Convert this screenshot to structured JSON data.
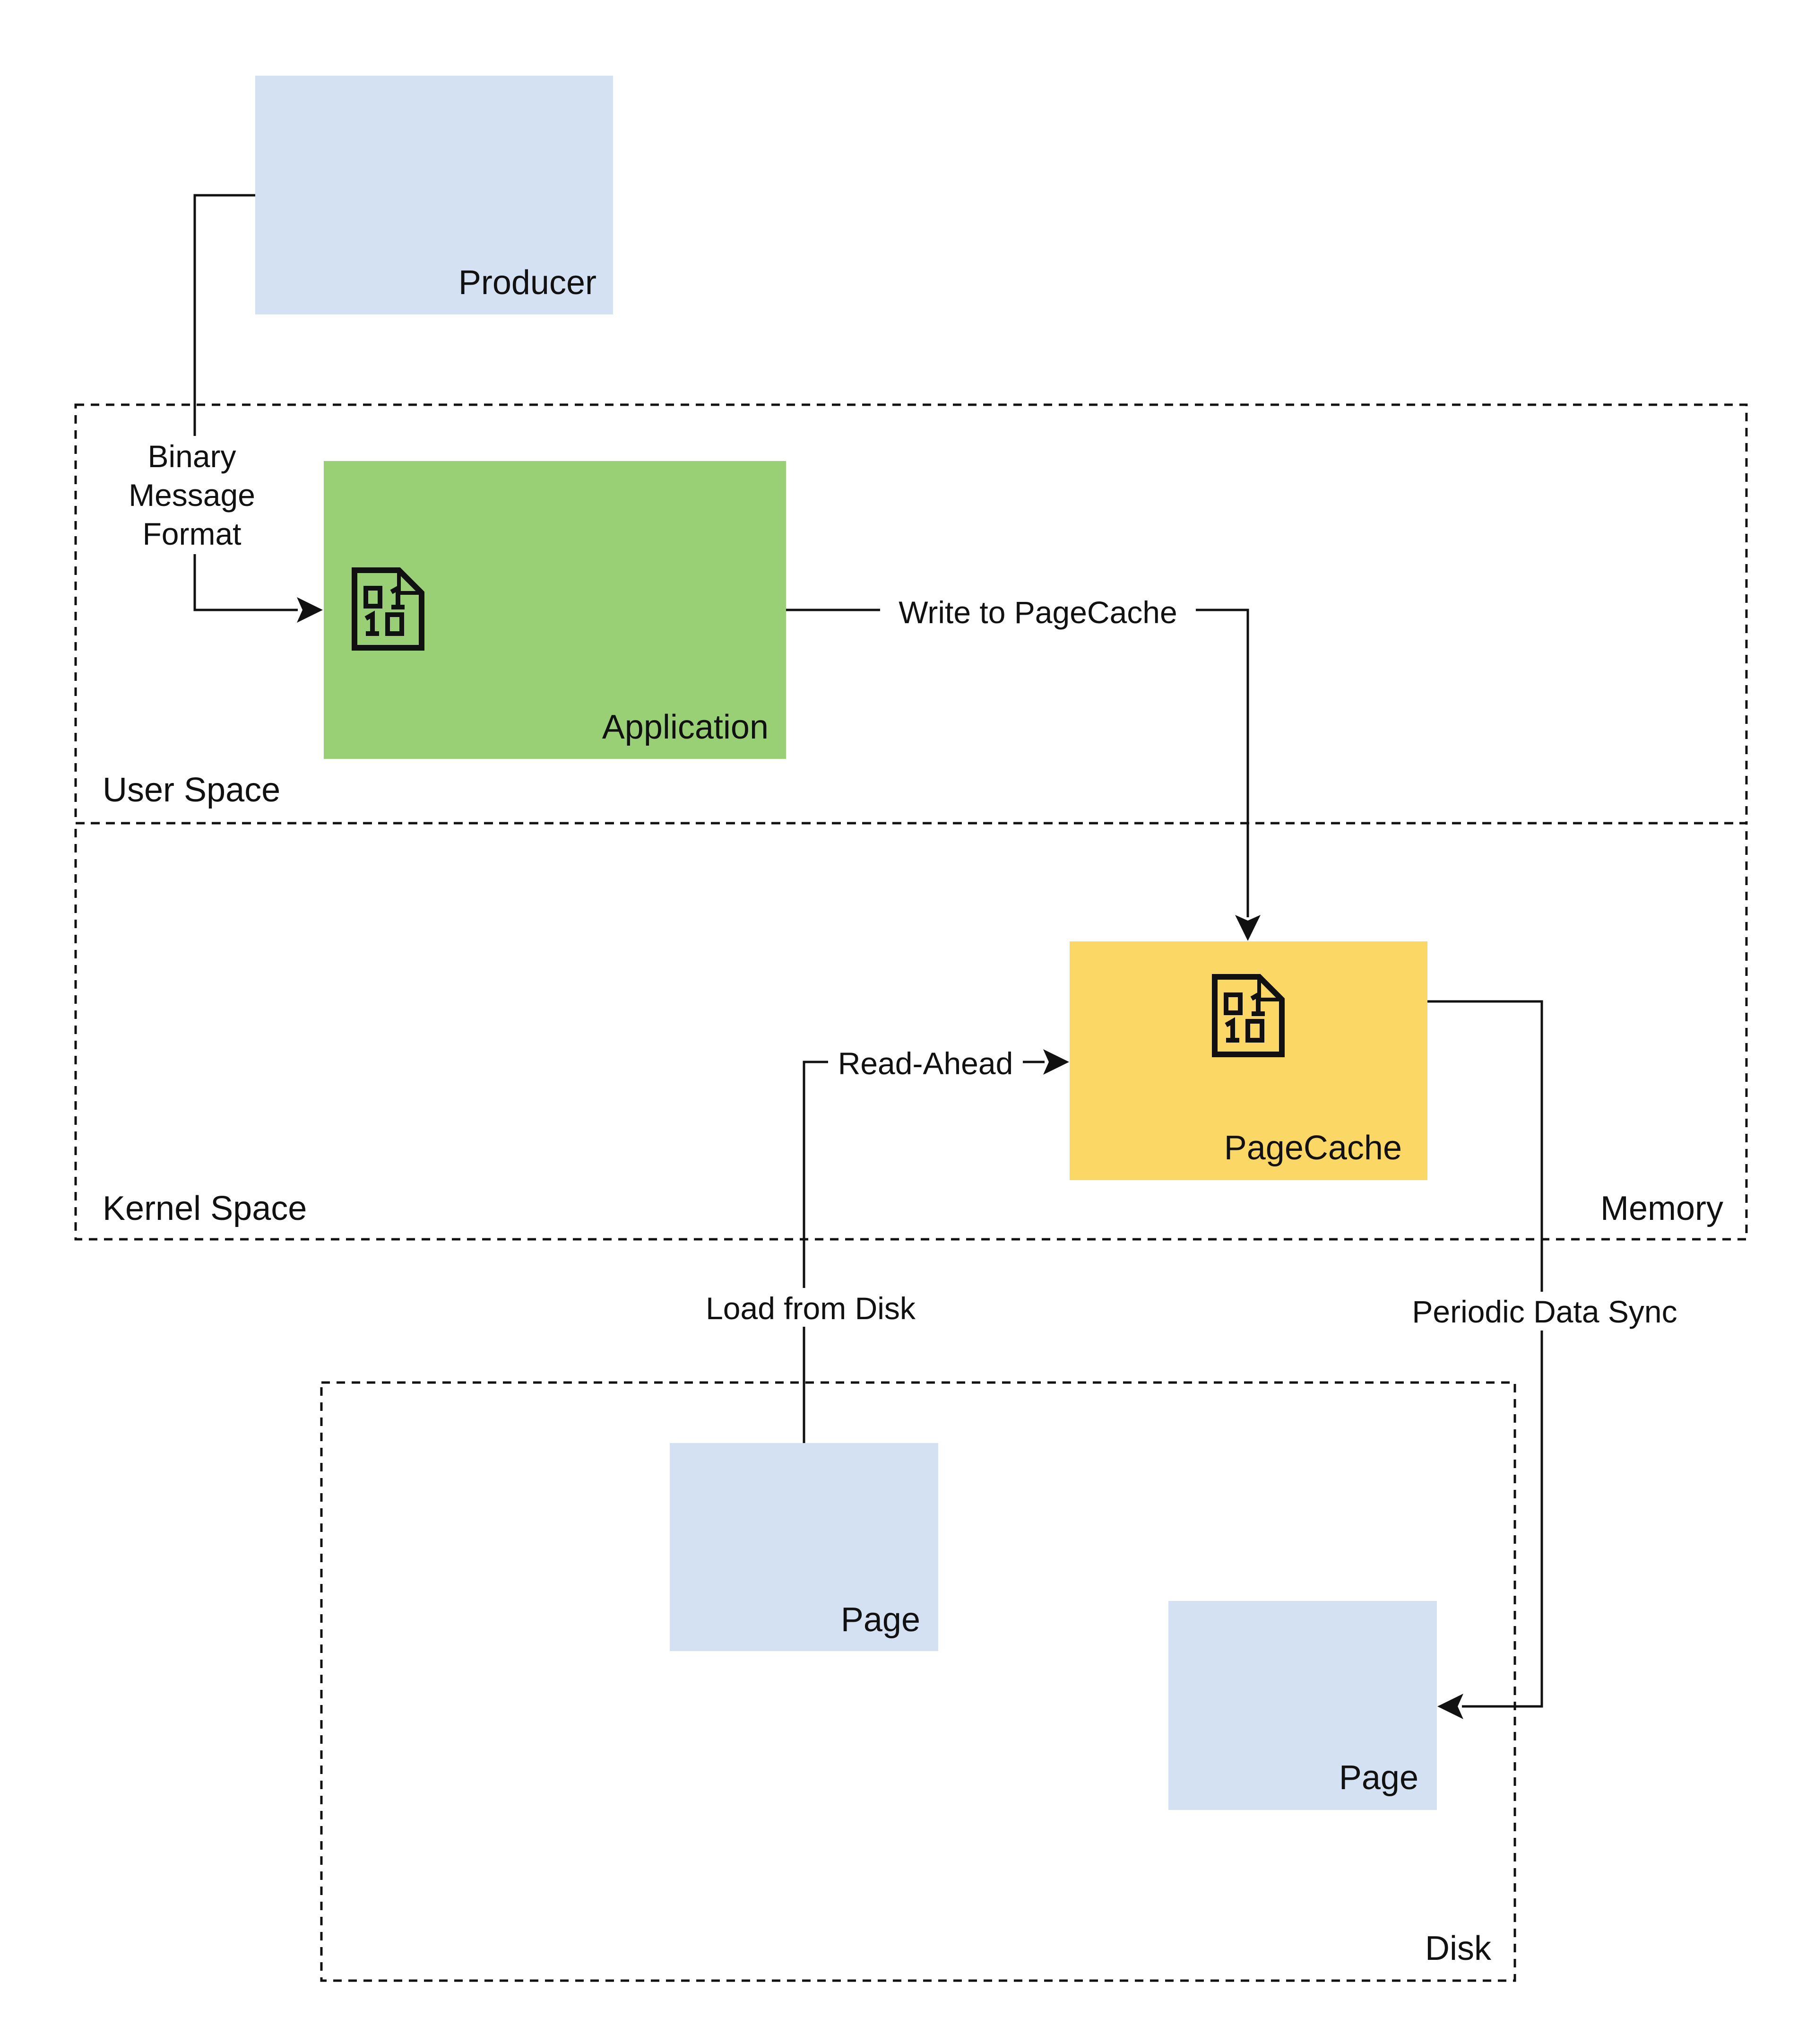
{
  "nodes": {
    "producer": {
      "label": "Producer",
      "color": "#d4e1f2"
    },
    "application": {
      "label": "Application",
      "color": "#99d076"
    },
    "pagecache": {
      "label": "PageCache",
      "color": "#fbd866"
    },
    "page_a": {
      "label": "Page",
      "color": "#d4e1f2"
    },
    "page_b": {
      "label": "Page",
      "color": "#d4e1f2"
    }
  },
  "zones": {
    "user_space": "User Space",
    "kernel_space": "Kernel Space",
    "memory": "Memory",
    "disk": "Disk"
  },
  "edges": {
    "binary_format": {
      "line1": "Binary",
      "line2": "Message",
      "line3": "Format"
    },
    "write_cache": "Write to PageCache",
    "read_ahead": "Read-Ahead",
    "load_disk": "Load from Disk",
    "periodic_sync": "Periodic Data Sync"
  },
  "icons": {
    "binary_file": "binary-file-icon"
  }
}
